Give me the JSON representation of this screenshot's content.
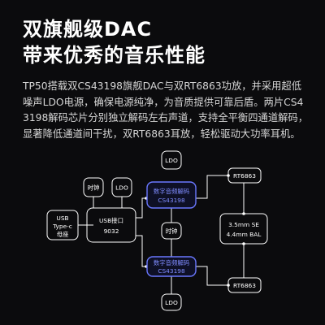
{
  "header": {
    "title_line1": "双旗舰级DAC",
    "title_line2": "带来优秀的音乐性能"
  },
  "description": "TP50搭载双CS43198旗舰DAC与双RT6863功放，并采用超低噪声LDO电源，确保电源纯净，为音质提供可靠后盾。两片CS43198解码芯片分别独立解码左右声道，支持全平衡四通道解码，显著降低通道间干扰，双RT6863耳放，轻松驱动大功率耳机。",
  "diagram": {
    "usb_port": [
      "USB",
      "Type-c",
      "母座"
    ],
    "usb_interface": [
      "USB接口",
      "9032"
    ],
    "clock_left": "时钟",
    "ldo_left": "LDO",
    "dac_top": [
      "数字音频解码",
      "CS43198"
    ],
    "dac_bottom": [
      "数字音频解码",
      "CS43198"
    ],
    "ldo_top": "LDO",
    "clock_middle": "时钟",
    "ldo_bottom": "LDO",
    "amp_top": "RT6863",
    "amp_bottom": "RT6863",
    "output_jack": [
      "3.5mm SE",
      "4.4mm BAL"
    ],
    "colors": {
      "accent": "#6a78ff",
      "accent_text": "#7f8cff"
    }
  }
}
